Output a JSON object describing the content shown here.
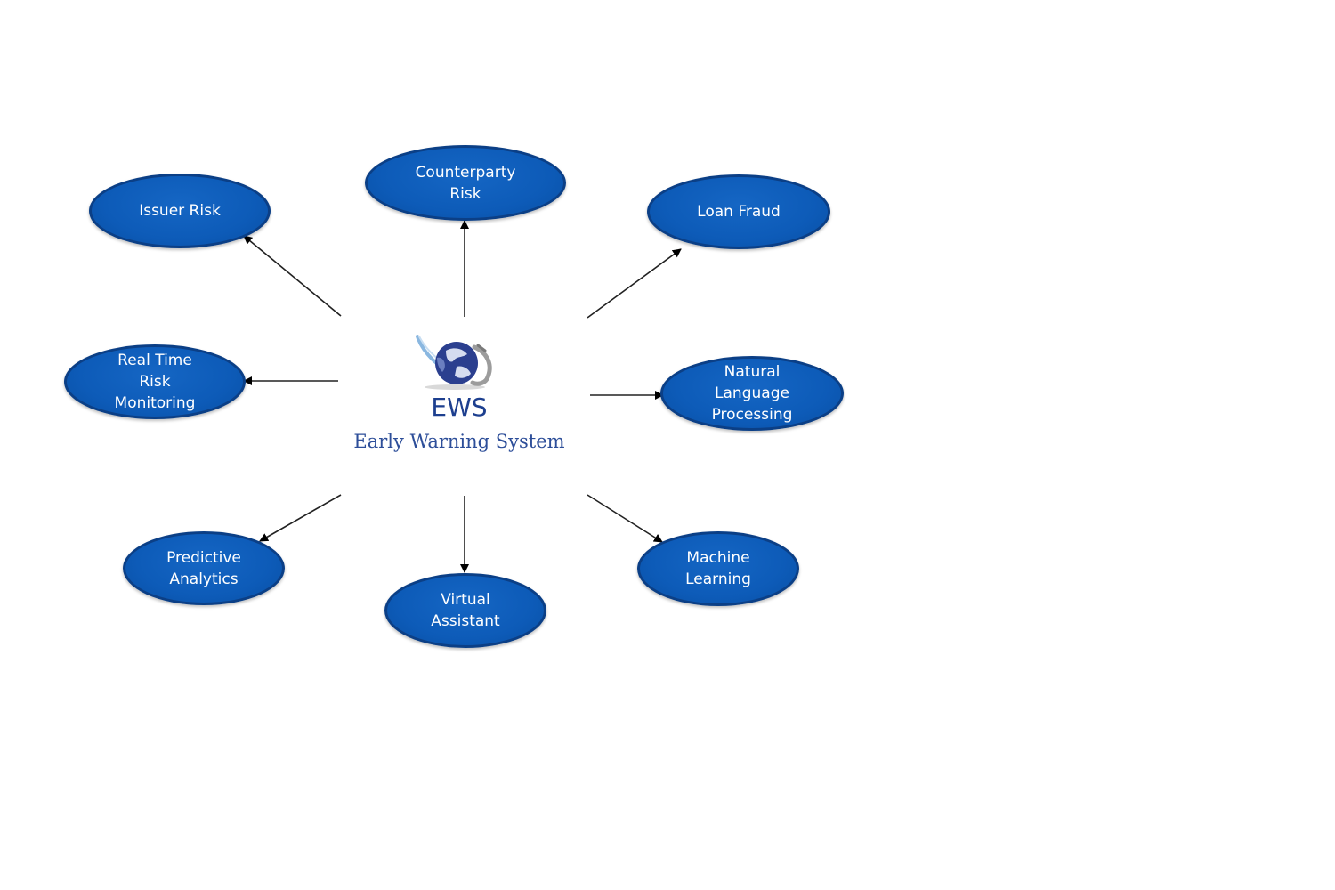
{
  "center": {
    "title": "EWS",
    "subtitle": "Early Warning System",
    "logo_icon": "globe-icon"
  },
  "nodes": {
    "issuer_risk": "Issuer Risk",
    "counterparty_risk": "Counterparty\nRisk",
    "loan_fraud": "Loan Fraud",
    "real_time_risk_monitoring": "Real Time\nRisk\nMonitoring",
    "natural_language_processing": "Natural\nLanguage\nProcessing",
    "predictive_analytics": "Predictive\nAnalytics",
    "virtual_assistant": "Virtual\nAssistant",
    "machine_learning": "Machine\nLearning"
  },
  "colors": {
    "node_fill": "#0d5bb8",
    "node_border": "#0b3f86",
    "node_text": "#ffffff",
    "title": "#1d3f8f",
    "arrow": "#000000"
  }
}
